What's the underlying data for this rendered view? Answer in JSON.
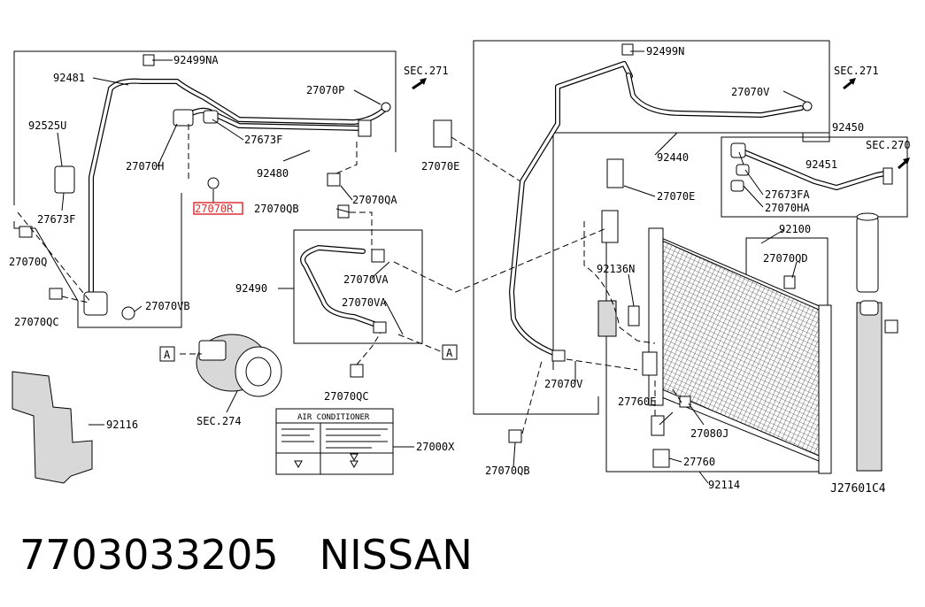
{
  "diagram": {
    "code": "J27601C4",
    "labels": {
      "p92499NA": "92499NA",
      "p92481": "92481",
      "p92525U": "92525U",
      "p27673F_left": "27673F",
      "p27070Q": "27070Q",
      "p27070QC_left": "27070QC",
      "p27070H": "27070H",
      "p27070P": "27070P",
      "p27673F_mid": "27673F",
      "p92480": "92480",
      "p27070R": "27070R",
      "p27070QA": "27070QA",
      "p27070QB_mid": "27070QB",
      "p92490": "92490",
      "p27070VA_1": "27070VA",
      "p27070VA_2": "27070VA",
      "p27070VB": "27070VB",
      "p27070QC_low": "27070QC",
      "secA_left": "A",
      "secA_right": "A",
      "sec274": "SEC.274",
      "p92116": "92116",
      "sec271_left": "SEC.271",
      "p27070E_left": "27070E",
      "p92499N": "92499N",
      "sec271_right": "SEC.271",
      "p27070V_top": "27070V",
      "p92440": "92440",
      "p27070E_mid": "27070E",
      "p92450": "92450",
      "sec270": "SEC.270",
      "p92451": "92451",
      "p27673FA": "27673FA",
      "p27070HA": "27070HA",
      "p92100": "92100",
      "p27070QD": "27070QD",
      "p92136N": "92136N",
      "p27070V_low": "27070V",
      "p27760E": "27760E",
      "p27080J": "27080J",
      "p27760": "27760",
      "p92114": "92114",
      "p27070QB_low": "27070QB",
      "p27000X": "27000X"
    },
    "label_card": {
      "title": "AIR CONDITIONER"
    }
  },
  "footer": {
    "part_number": "7703033205",
    "brand": "NISSAN"
  },
  "colors": {
    "highlight": "#e03030",
    "ink": "#000000"
  }
}
